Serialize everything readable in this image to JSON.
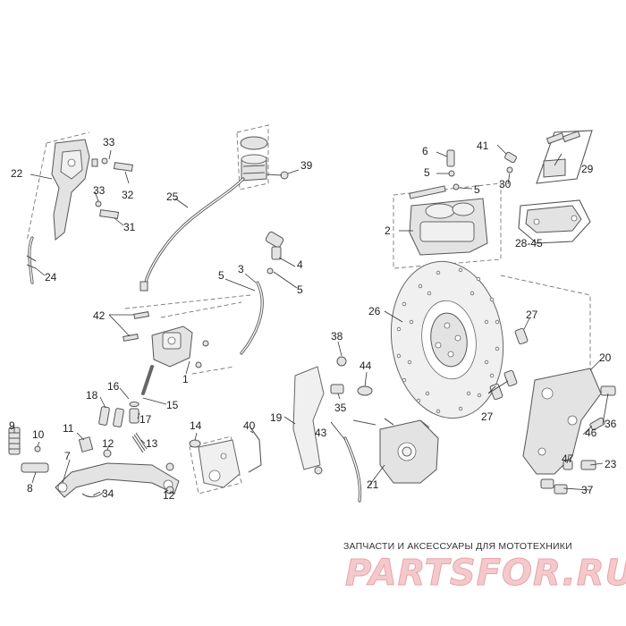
{
  "labels": {
    "l1": "1",
    "l2": "2",
    "l3": "3",
    "l4": "4",
    "l5a": "5",
    "l5b": "5",
    "l5c": "5",
    "l5d": "5",
    "l6": "6",
    "l7": "7",
    "l8": "8",
    "l9": "9",
    "l10": "10",
    "l11": "11",
    "l12a": "12",
    "l12b": "12",
    "l13": "13",
    "l14": "14",
    "l15": "15",
    "l16": "16",
    "l17": "17",
    "l18": "18",
    "l19": "19",
    "l20": "20",
    "l21": "21",
    "l22": "22",
    "l23": "23",
    "l24": "24",
    "l25": "25",
    "l26": "26",
    "l27a": "27",
    "l27b": "27",
    "l2845": "28-45",
    "l29": "29",
    "l30": "30",
    "l31": "31",
    "l32": "32",
    "l33a": "33",
    "l33b": "33",
    "l34": "34",
    "l35": "35",
    "l36": "36",
    "l37": "37",
    "l38": "38",
    "l39": "39",
    "l40": "40",
    "l41": "41",
    "l42": "42",
    "l43": "43",
    "l44": "44",
    "l46": "46",
    "l47": "47"
  },
  "footer": {
    "caption": "ЗАПЧАСТИ И АКСЕССУАРЫ ДЛЯ МОТОТЕХНИКИ",
    "brand": "PARTSFOR.RU"
  }
}
